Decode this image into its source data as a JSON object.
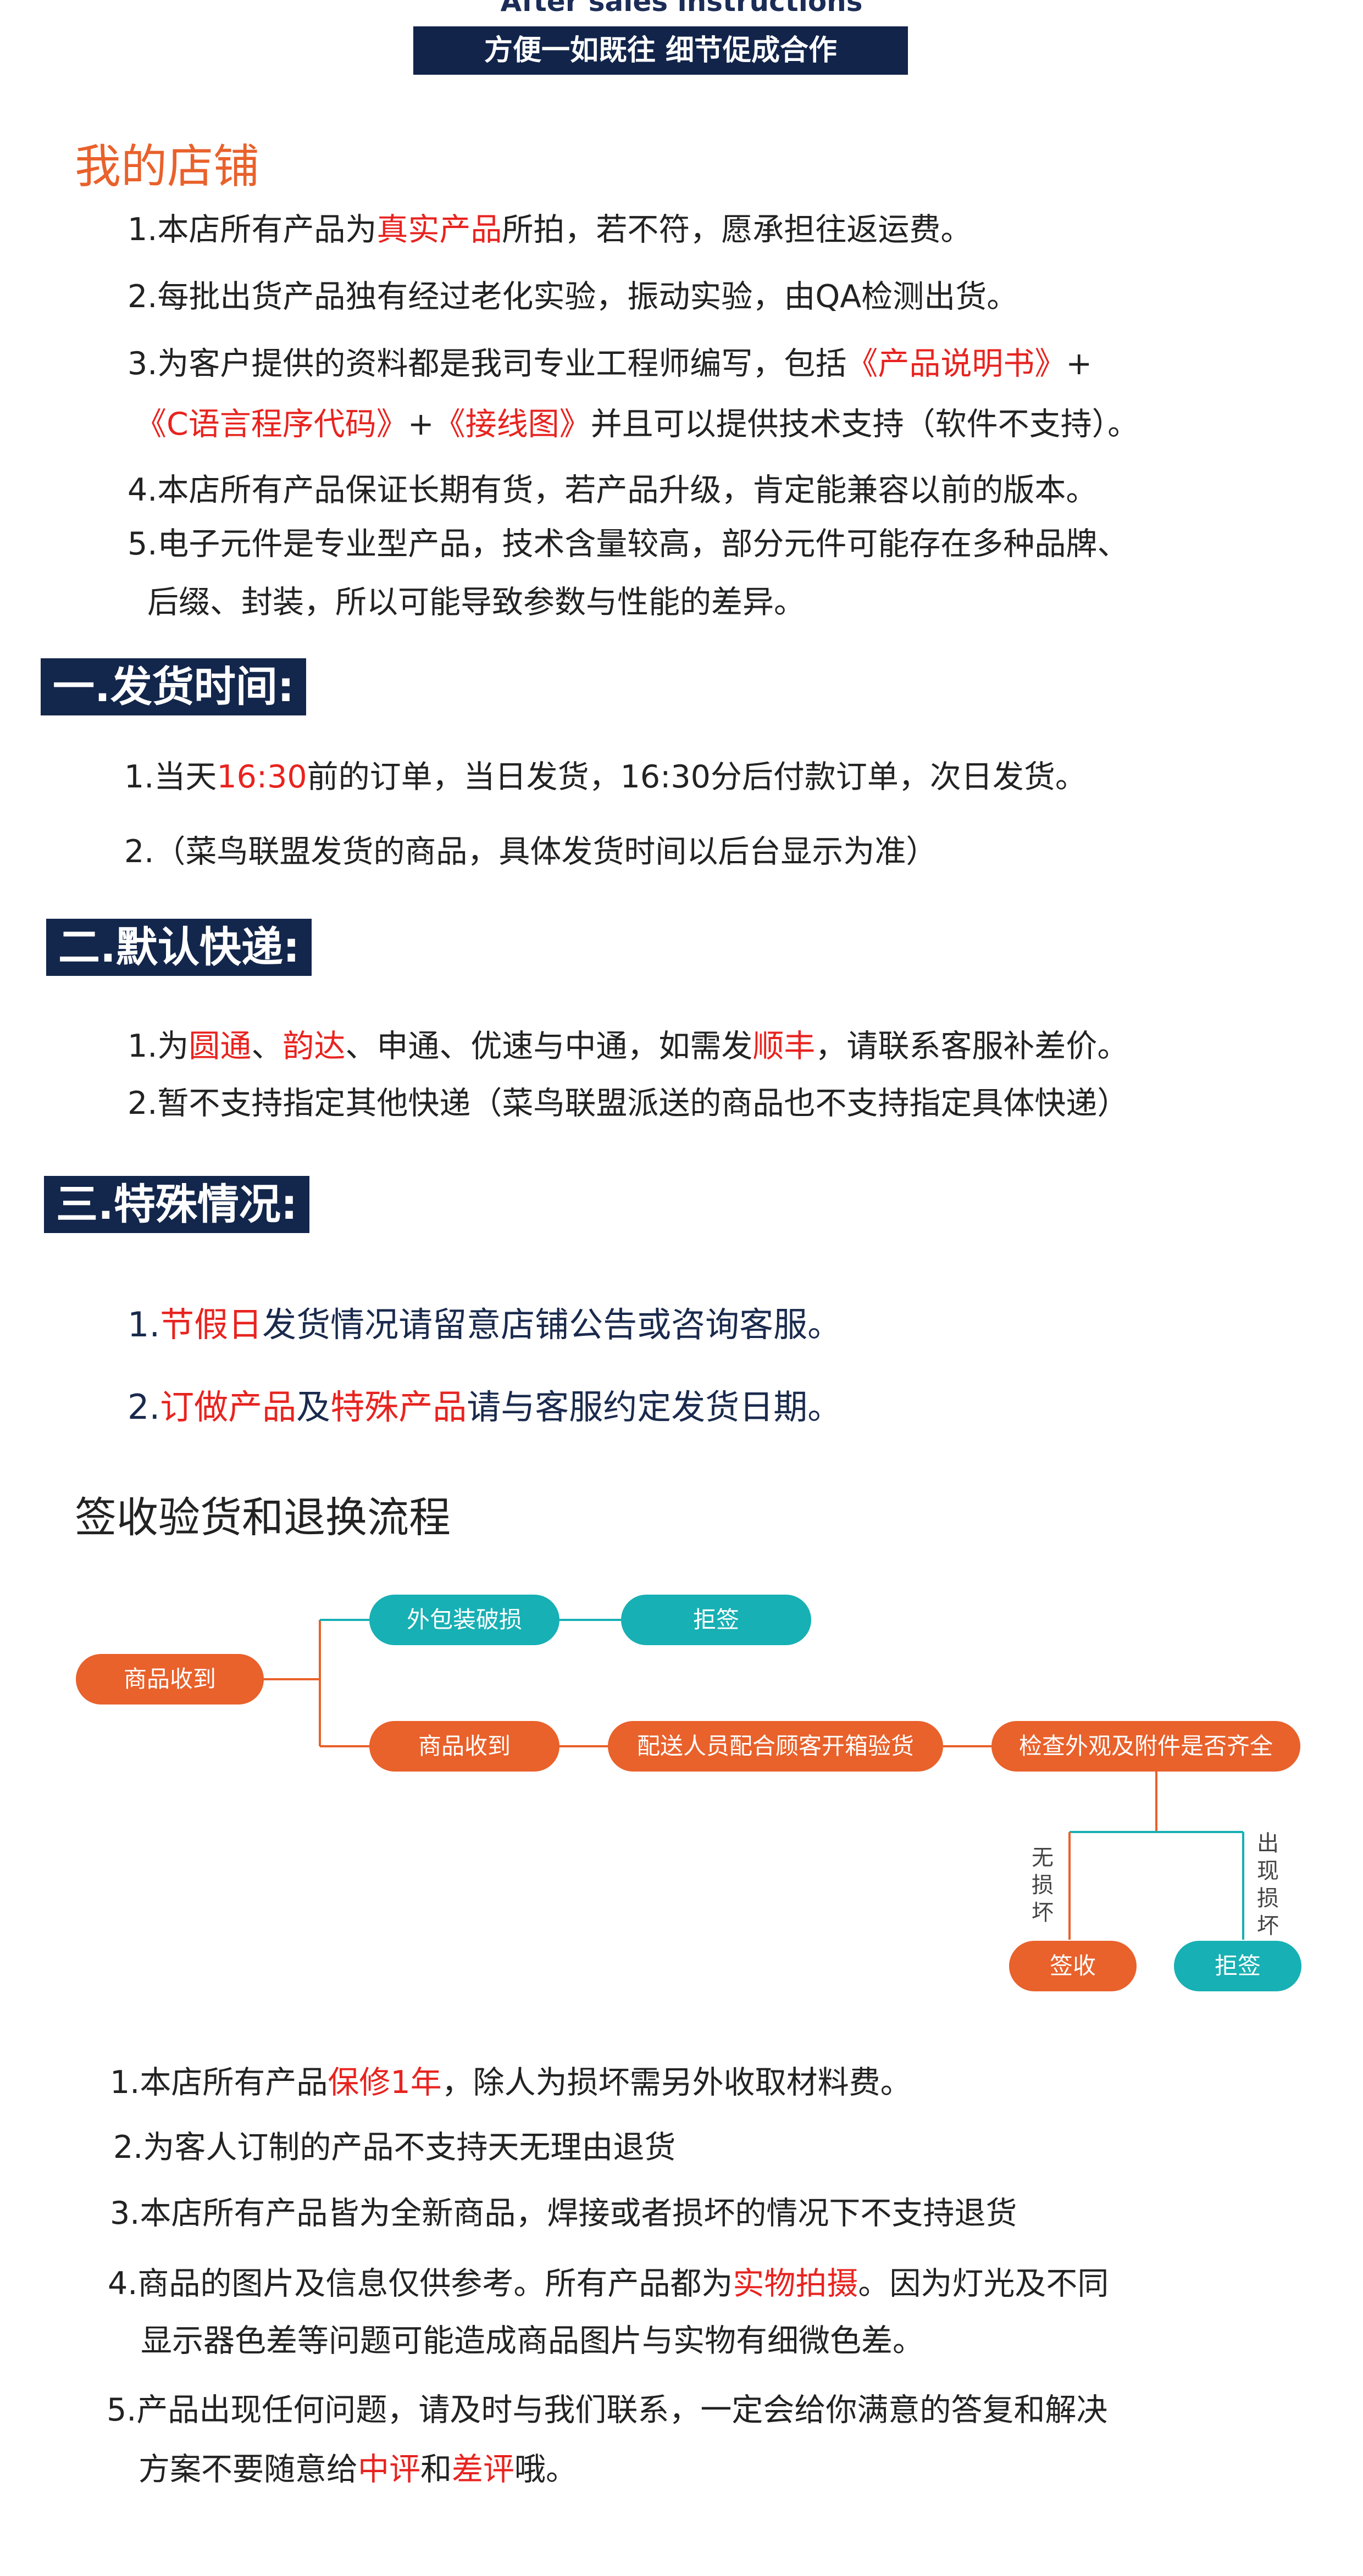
{
  "header": {
    "en": "After sales instructions",
    "cn": "方便一如既往  细节促成合作"
  },
  "shop": {
    "title": "我的店铺",
    "items": [
      {
        "a": "1.本店所有产品为",
        "b": "真实产品",
        "c": "所拍，若不符，愿承担往返运费。"
      },
      {
        "a": "2.每批出货产品独有经过老化实验，振动实验，由QA检测出货。"
      },
      {
        "a": "3.为客户提供的资料都是我司专业工程师编写，包括",
        "b": "《产品说明书》",
        "c": "+"
      },
      {
        "b": "《C语言程序代码》",
        "a": "+",
        "b2": "《接线图》",
        "c": "并且可以提供技术支持（软件不支持）。"
      },
      {
        "a": "4.本店所有产品保证长期有货，若产品升级，肯定能兼容以前的版本。"
      },
      {
        "a": "5.电子元件是专业型产品，技术含量较高，部分元件可能存在多种品牌、"
      },
      {
        "a": "后缀、封装，所以可能导致参数与性能的差异。"
      }
    ]
  },
  "ship": {
    "title": "一.发货时间:",
    "l1": {
      "a": "1.当天",
      "b": "16:30",
      "c": "前的订单，当日发货，16:30分后付款订单，次日发货。"
    },
    "l2": "2.（菜鸟联盟发货的商品，具体发货时间以后台显示为准）"
  },
  "express": {
    "title": "二.默认快递:",
    "l1": {
      "a": "1.为",
      "b": "圆通",
      "c": "、",
      "d": "韵达",
      "e": "、申通、优速与中通，如需发",
      "f": "顺丰",
      "g": "，请联系客服补差价。"
    },
    "l2": "2.暂不支持指定其他快递（菜鸟联盟派送的商品也不支持指定具体快递）"
  },
  "special": {
    "title": "三.特殊情况:",
    "l1": {
      "a": "1.",
      "b": "节假日",
      "c": "发货情况请留意店铺公告或咨询客服。"
    },
    "l2": {
      "a": "2.",
      "b": "订做产品",
      "c": "及",
      "d": "特殊产品",
      "e": "请与客服约定发货日期。"
    }
  },
  "flow": {
    "title": "签收验货和退换流程",
    "start": "商品收到",
    "damaged": "外包装破损",
    "reject1": "拒签",
    "received": "商品收到",
    "inspect": "配送人员配合顾客开箱验货",
    "check": "检查外观及附件是否齐全",
    "no_damage": "无损坏",
    "has_damage": "出现损坏",
    "sign": "签收",
    "reject2": "拒签"
  },
  "policy": {
    "l1": {
      "a": "1.本店所有产品",
      "b": "保修1年",
      "c": "，除人为损坏需另外收取材料费。"
    },
    "l2": "2.为客人订制的产品不支持天无理由退货",
    "l3": "3.本店所有产品皆为全新商品，焊接或者损坏的情况下不支持退货",
    "l4": {
      "a": "4.商品的图片及信息仅供参考。所有产品都为",
      "b": "实物拍摄",
      "c": "。因为灯光及不同"
    },
    "l4b": "显示器色差等问题可能造成商品图片与实物有细微色差。",
    "l5": "5.产品出现任何问题，请及时与我们联系，一定会给你满意的答复和解决",
    "l5b": {
      "a": "方案不要随意给",
      "b": "中评",
      "c": "和",
      "d": "差评",
      "e": "哦。"
    }
  },
  "colors": {
    "navy": "#13264b",
    "orange": "#e9612b",
    "teal": "#17b0b4",
    "red": "#e8231f"
  }
}
